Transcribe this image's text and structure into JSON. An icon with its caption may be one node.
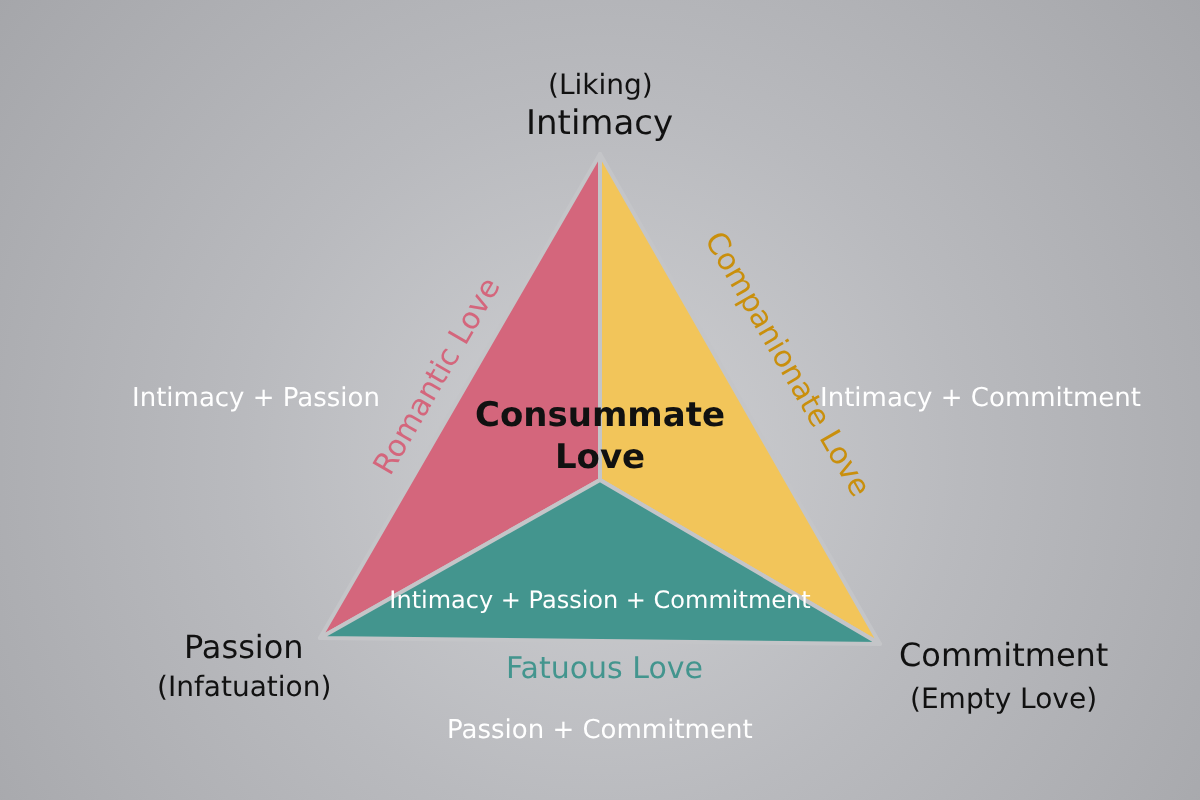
{
  "diagram": {
    "nodes": [
      {
        "text": [
          "Consummate Love",
          "Intimacy + Passion + Commitment"
        ]
      }
    ],
    "edges": [],
    "labels": [
      "(Liking)",
      "Intimacy",
      "Romantic Love",
      "Companionate Love",
      "Intimacy + Passion",
      "Intimacy + Commitment",
      "Passion",
      "Commitment",
      "(Infatuation)",
      "Fatuous Love",
      "(Empty Love)",
      "Passion + Commitment"
    ]
  }
}
